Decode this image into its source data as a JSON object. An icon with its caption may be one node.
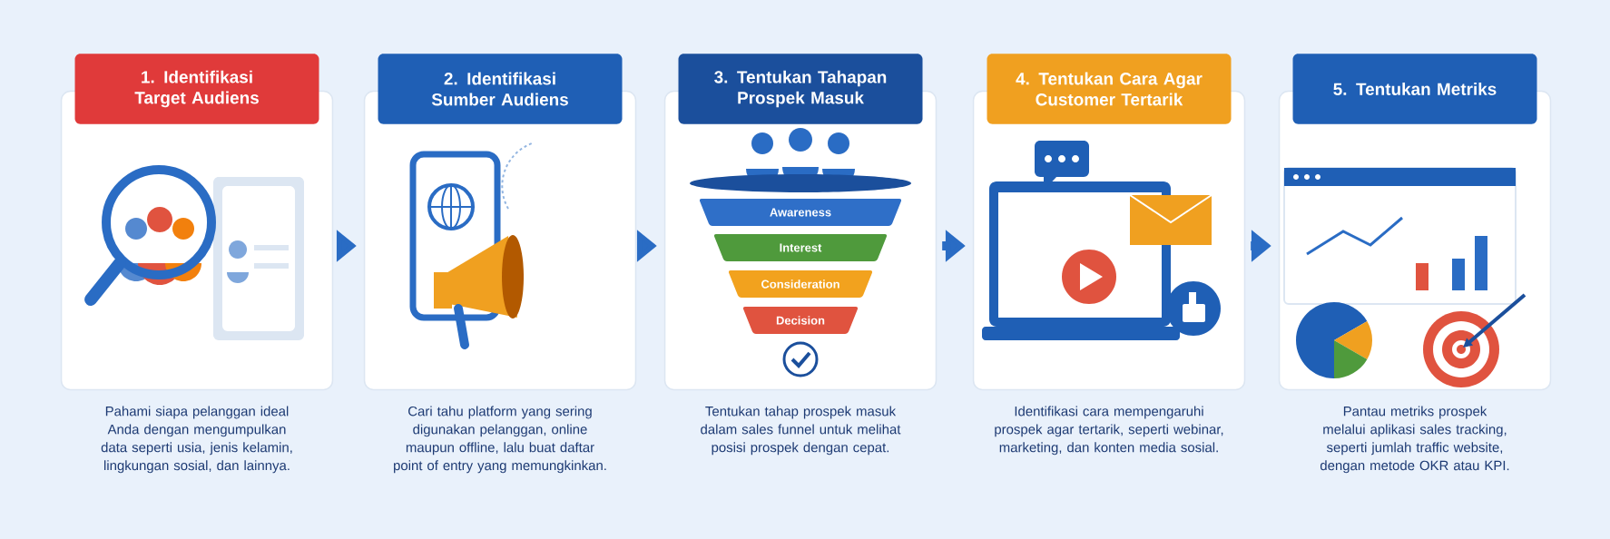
{
  "diagram": {
    "nodes": [
      {
        "text": [
          "1. Identifikasi Target Audiens"
        ],
        "beside": [
          "Pahami siapa pelanggan ideal Anda dengan mengumpulkan data seperti usia, jenis kelamin, lingkungan sosial, dan lainnya."
        ]
      },
      {
        "text": [
          "2. Identifikasi Sumber Audiens"
        ],
        "beside": [
          "Cari tahu platform yang sering digunakan pelanggan, online maupun offline, lalu buat daftar point of entry yang memungkinkan."
        ]
      },
      {
        "text": [
          "3. Tentukan Tahapan Prospek Masuk"
        ],
        "beside": [
          "Tentukan tahap prospek masuk dalam sales funnel untuk melihat posisi prospek dengan cepat."
        ]
      },
      {
        "text": [
          "Awareness"
        ],
        "in": 2
      },
      {
        "text": [
          "Interest"
        ],
        "in": 2
      },
      {
        "text": [
          "Consideration"
        ],
        "in": 2
      },
      {
        "text": [
          "Decision"
        ],
        "in": 2
      },
      {
        "text": [
          "4. Tentukan Cara Agar Customer Tertarik"
        ],
        "beside": [
          "Identifikasi cara mempengaruhi prospek agar tertarik, seperti webinar, marketing, dan konten media sosial."
        ]
      },
      {
        "text": [
          "5. Tentukan Metriks"
        ],
        "beside": [
          "Pantau metriks prospek melalui aplikasi sales tracking, seperti jumlah traffic website, dengan metode OKR atau KPI."
        ]
      }
    ],
    "edges": [
      {
        "from": 0,
        "to": 1,
        "arrow": "to"
      },
      {
        "from": 1,
        "to": 2,
        "arrow": "to"
      },
      {
        "from": 2,
        "to": 7,
        "arrow": "to"
      },
      {
        "from": 7,
        "to": 8,
        "arrow": "to"
      }
    ]
  }
}
